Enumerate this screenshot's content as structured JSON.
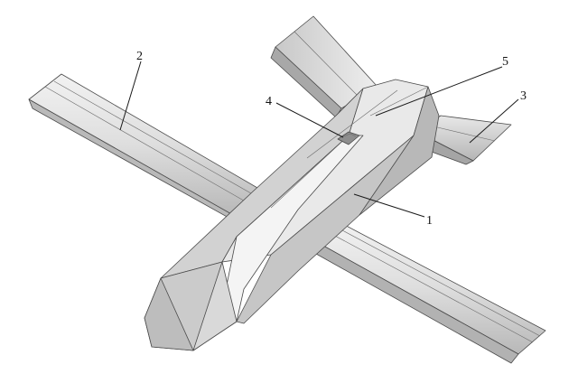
{
  "figure": {
    "callouts": [
      {
        "id": "1",
        "text": "1"
      },
      {
        "id": "2",
        "text": "2"
      },
      {
        "id": "3",
        "text": "3"
      },
      {
        "id": "4",
        "text": "4"
      },
      {
        "id": "5",
        "text": "5"
      }
    ]
  },
  "colors": {
    "surface_light": "#e6e6e6",
    "surface_mid": "#cfcfcf",
    "surface_dark": "#a9a9a9",
    "edge": "#4a4a4a",
    "background": "#ffffff"
  }
}
